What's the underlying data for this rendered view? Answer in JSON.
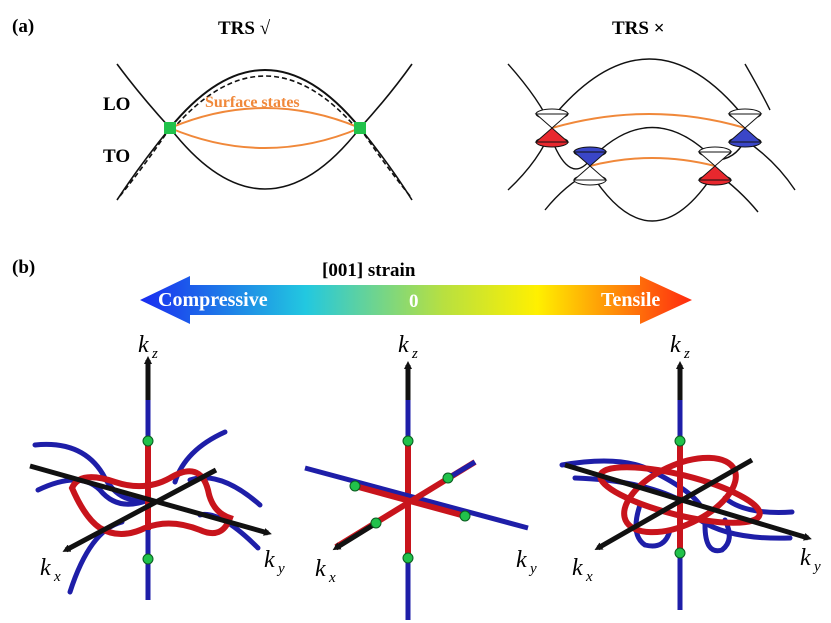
{
  "panel_a": {
    "label": "(a)",
    "left_title": "TRS √",
    "right_title": "TRS ×",
    "lo_label": "LO",
    "to_label": "TO",
    "surface_label": "Surface states"
  },
  "panel_b": {
    "label": "(b)",
    "strain_title": "[001] strain",
    "compressive_label": "Compressive",
    "zero_label": "0",
    "tensile_label": "Tensile",
    "axis_kz": "k",
    "axis_kz_sub": "z",
    "axis_kx": "k",
    "axis_kx_sub": "x",
    "axis_ky": "k",
    "axis_ky_sub": "y"
  },
  "colors": {
    "surface": "#f0883a",
    "node": "#21c24b",
    "red_cone": "#e8282e",
    "blue_cone": "#3a46c8",
    "nodal_red": "#c8141c",
    "nodal_blue": "#1e1ea8",
    "axis_black": "#111111",
    "gradient": [
      "#1a2cf0",
      "#22c8e0",
      "#b8e040",
      "#fff000",
      "#ff2a10"
    ]
  }
}
